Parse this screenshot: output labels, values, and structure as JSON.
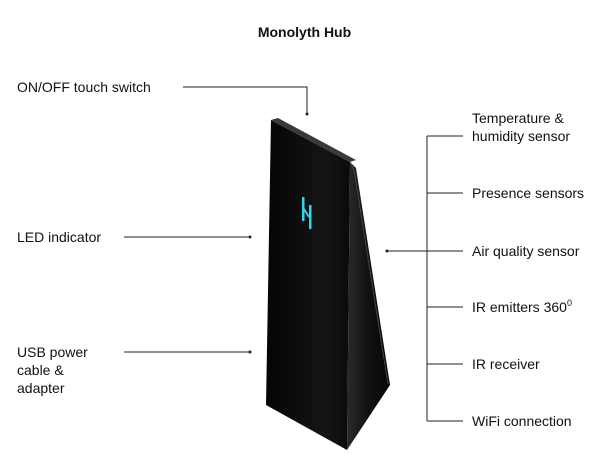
{
  "title": "Monolyth Hub",
  "left_labels": {
    "switch": "ON/OFF touch switch",
    "led": "LED indicator",
    "usb_line1": "USB power",
    "usb_line2": "cable &",
    "usb_line3": "adapter"
  },
  "right_labels": {
    "temp_line1": "Temperature &",
    "temp_line2": "humidity sensor",
    "presence": "Presence sensors",
    "air": "Air quality sensor",
    "ir_emitters": "IR emitters 360",
    "ir_emitters_sup": "0",
    "ir_receiver": "IR receiver",
    "wifi": "WiFi connection"
  },
  "colors": {
    "device_body": "#0d0d0d",
    "led": "#2fd6e8",
    "lines": "#222222"
  }
}
